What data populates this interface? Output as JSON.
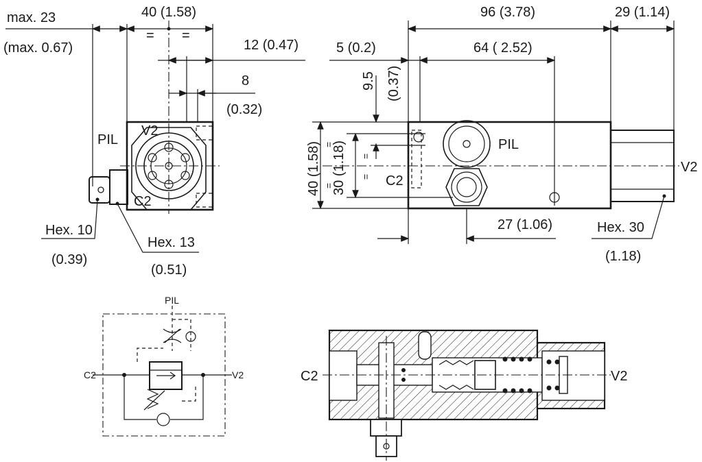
{
  "dimensions": {
    "max23": "max. 23",
    "max067": "(max. 0.67)",
    "d40": "40 (1.58)",
    "d12": "12 (0.47)",
    "d8": "8",
    "d032": "(0.32)",
    "d5": "5 (0.2)",
    "d96": "96 (3.78)",
    "d64": "64 ( 2.52)",
    "d29": "29 (1.14)",
    "d95": "9.5",
    "d037": "(0.37)",
    "d40v": "40 (1.58)",
    "d30v": "30 (1.18)",
    "d27": "27 (1.06)",
    "hex10": "Hex. 10",
    "hex10in": "(0.39)",
    "hex13": "Hex. 13",
    "hex13in": "(0.51)",
    "hex30": "Hex. 30",
    "hex30in": "(1.18)"
  },
  "ports": {
    "pil": "PIL",
    "v2": "V2",
    "c2": "C2"
  },
  "symbols": {
    "equal": "="
  }
}
